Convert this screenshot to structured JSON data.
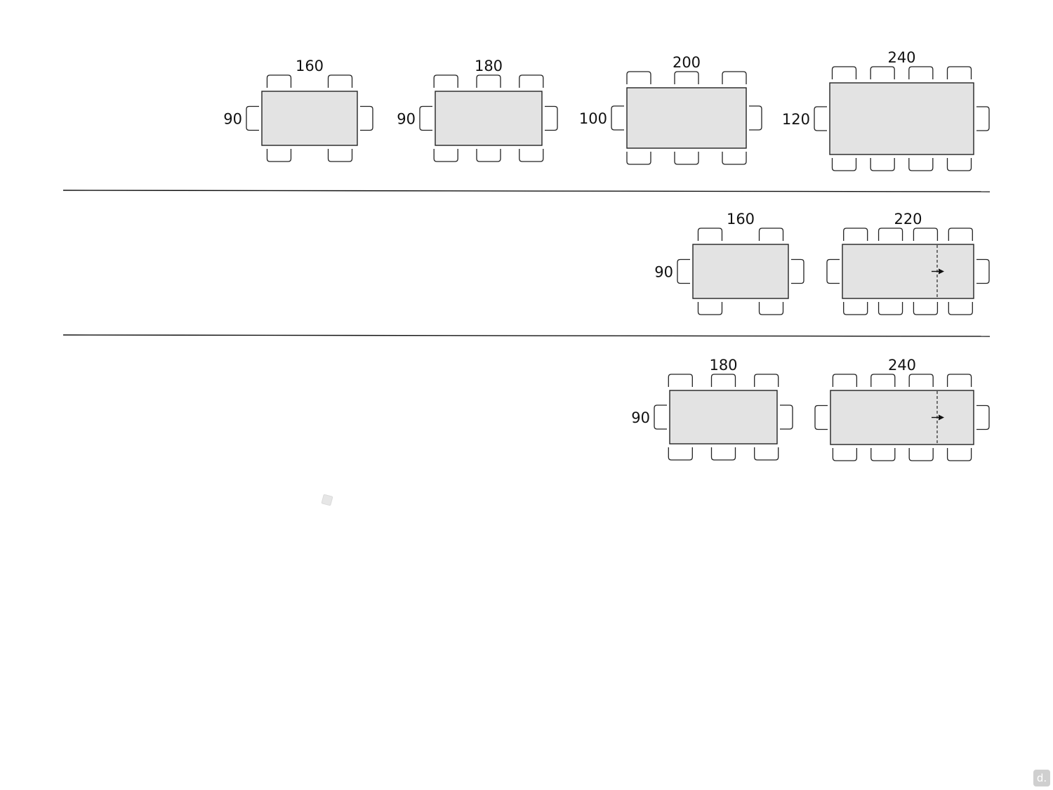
{
  "rows": [
    {
      "tables": [
        {
          "length": "160",
          "width": "90",
          "chairs_side": 2,
          "extendable": false
        },
        {
          "length": "180",
          "width": "90",
          "chairs_side": 3,
          "extendable": false
        },
        {
          "length": "200",
          "width": "100",
          "chairs_side": 3,
          "extendable": false
        },
        {
          "length": "240",
          "width": "120",
          "chairs_side": 4,
          "extendable": false
        }
      ]
    },
    {
      "tables": [
        {
          "length": "160",
          "width": "90",
          "chairs_side": 2,
          "extendable": false
        },
        {
          "length": "220",
          "width": "",
          "chairs_side": 4,
          "extendable": true
        }
      ]
    },
    {
      "tables": [
        {
          "length": "180",
          "width": "90",
          "chairs_side": 3,
          "extendable": false
        },
        {
          "length": "240",
          "width": "",
          "chairs_side": 4,
          "extendable": true
        }
      ]
    }
  ],
  "watermark": {
    "text": "d."
  },
  "colors": {
    "table_fill": "#e3e3e3",
    "outline": "#222222"
  }
}
